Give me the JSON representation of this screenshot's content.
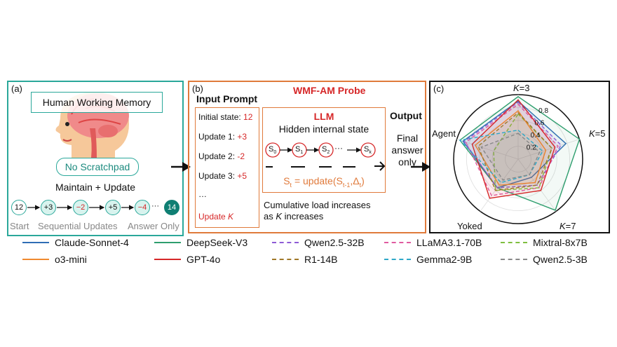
{
  "panel_a": {
    "label": "(a)",
    "title": "Human Working Memory",
    "no_scratchpad": "No Scratchpad",
    "maintain": "Maintain + Update",
    "nodes": [
      "12",
      "+3",
      "−2",
      "+5",
      "−4",
      "14"
    ],
    "dots": "···",
    "bottom": {
      "start": "Start",
      "seq": "Sequential Updates",
      "answer": "Answer Only"
    },
    "colors": {
      "teal": "#2aa89a",
      "dark_teal": "#0f7f73",
      "red": "#d62728"
    }
  },
  "panel_b": {
    "label": "(b)",
    "title": "WMF-AM Probe",
    "input_prompt": "Input Prompt",
    "lines": [
      {
        "text": "Initial state: ",
        "val": "12"
      },
      {
        "text": "Update 1: ",
        "val": "+3"
      },
      {
        "text": "Update 2: ",
        "val": "-2"
      },
      {
        "text": "Update 3: ",
        "val": "+5"
      }
    ],
    "ellipsis": "…",
    "update_k": "Update ",
    "update_k_var": "K",
    "llm": "LLM",
    "hidden": "Hidden internal state",
    "states": [
      {
        "s": "S",
        "sub": "0"
      },
      {
        "s": "S",
        "sub": "1"
      },
      {
        "s": "S",
        "sub": "2"
      },
      {
        "s": "S",
        "sub": "k"
      }
    ],
    "state_dots": "···",
    "formula": {
      "lhs": "S",
      "lhs_sub": "t",
      "mid": " = update(S",
      "mid_sub": "t-1",
      "comma": ",Δ",
      "delta_sub": "t",
      "end": ")"
    },
    "cumulative_1": "Cumulative load increases",
    "cumulative_2": "as ",
    "cumulative_k": "K",
    "cumulative_3": " increases",
    "output": "Output",
    "final_1": "Final",
    "final_2": "answer",
    "final_3": "only"
  },
  "panel_c": {
    "label": "(c)",
    "axes": [
      {
        "label": "K=3",
        "var": "K",
        "rest": "=3"
      },
      {
        "label": "K=5",
        "var": "K",
        "rest": "=5"
      },
      {
        "label": "K=7",
        "var": "K",
        "rest": "=7"
      },
      {
        "label": "Yoked",
        "var": "",
        "rest": "Yoked"
      },
      {
        "label": "Agent",
        "var": "",
        "rest": "Agent"
      }
    ],
    "ticks": [
      "0.2",
      "0.4",
      "0.6",
      "0.8"
    ]
  },
  "chart_data": {
    "type": "radar",
    "axes": [
      "K=3",
      "K=5",
      "K=7",
      "Yoked",
      "Agent"
    ],
    "rlim": [
      0,
      1
    ],
    "ticks": [
      0.2,
      0.4,
      0.6,
      0.8
    ],
    "series": [
      {
        "name": "Claude-Sonnet-4",
        "color": "#2f6db5",
        "dash": false,
        "values": [
          0.9,
          0.78,
          0.35,
          0.55,
          0.9
        ]
      },
      {
        "name": "DeepSeek-V3",
        "color": "#2e9e6e",
        "dash": false,
        "values": [
          0.97,
          1.0,
          0.98,
          0.55,
          0.95
        ]
      },
      {
        "name": "Qwen2.5-32B",
        "color": "#8e5bd6",
        "dash": true,
        "values": [
          0.88,
          0.7,
          0.5,
          0.55,
          0.88
        ]
      },
      {
        "name": "LLaMA3.1-70B",
        "color": "#e05aa0",
        "dash": true,
        "values": [
          0.85,
          0.65,
          0.55,
          0.7,
          0.85
        ]
      },
      {
        "name": "Mixtral-8x7B",
        "color": "#7fbf3f",
        "dash": true,
        "values": [
          0.7,
          0.55,
          0.55,
          0.6,
          0.4
        ]
      },
      {
        "name": "o3-mini",
        "color": "#f0892f",
        "dash": false,
        "values": [
          0.75,
          0.45,
          0.45,
          0.5,
          0.7
        ]
      },
      {
        "name": "GPT-4o",
        "color": "#d62728",
        "dash": false,
        "values": [
          0.92,
          0.6,
          0.6,
          0.75,
          0.75
        ]
      },
      {
        "name": "R1-14B",
        "color": "#a07828",
        "dash": true,
        "values": [
          0.72,
          0.55,
          0.5,
          0.6,
          0.65
        ]
      },
      {
        "name": "Gemma2-9B",
        "color": "#2fa8c8",
        "dash": true,
        "values": [
          0.45,
          0.4,
          0.3,
          0.45,
          0.95
        ]
      },
      {
        "name": "Qwen2.5-3B",
        "color": "#888888",
        "dash": true,
        "values": [
          0.4,
          0.35,
          0.3,
          0.4,
          0.6
        ]
      }
    ]
  }
}
